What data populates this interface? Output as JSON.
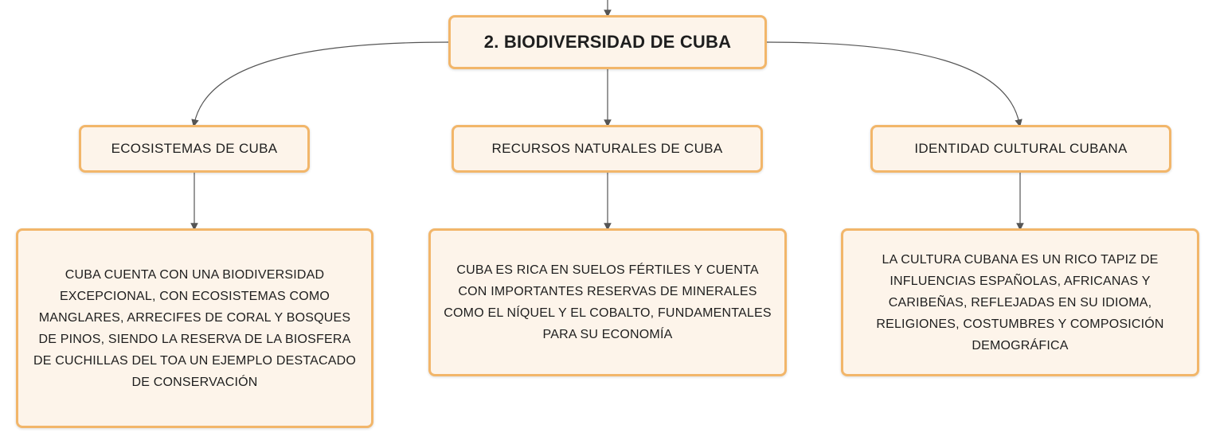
{
  "diagram": {
    "root": {
      "label": "2. BIODIVERSIDAD DE CUBA"
    },
    "branches": [
      {
        "label": "ECOSISTEMAS DE CUBA",
        "detail": "CUBA CUENTA CON UNA BIODIVERSIDAD EXCEPCIONAL, CON ECOSISTEMAS COMO MANGLARES, ARRECIFES DE CORAL Y BOSQUES DE PINOS, SIENDO LA RESERVA DE LA BIOSFERA DE CUCHILLAS DEL TOA UN EJEMPLO DESTACADO DE CONSERVACIÓN"
      },
      {
        "label": "RECURSOS NATURALES DE CUBA",
        "detail": "CUBA ES RICA EN SUELOS FÉRTILES Y CUENTA CON IMPORTANTES RESERVAS DE MINERALES COMO EL NÍQUEL Y EL COBALTO, FUNDAMENTALES PARA SU ECONOMÍA"
      },
      {
        "label": "IDENTIDAD CULTURAL CUBANA",
        "detail": "LA CULTURA CUBANA ES UN RICO TAPIZ DE INFLUENCIAS ESPAÑOLAS, AFRICANAS Y CARIBEÑAS, REFLEJADAS EN SU IDIOMA, RELIGIONES, COSTUMBRES Y COMPOSICIÓN DEMOGRÁFICA"
      }
    ]
  },
  "colors": {
    "node_fill": "#fdf4ea",
    "node_border": "#f2b66a",
    "connector": "#555555",
    "text": "#1e1e1e"
  }
}
